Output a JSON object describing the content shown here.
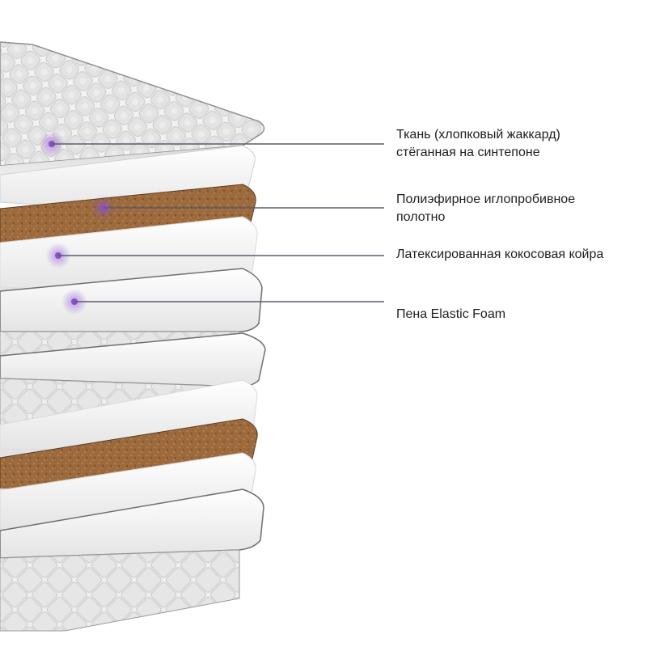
{
  "callouts": [
    {
      "id": "fabric",
      "lines": [
        "Ткань (хлопковый жаккард)",
        "стёганная на синтепоне"
      ]
    },
    {
      "id": "needle-punched",
      "lines": [
        "Полиэфирное иглопробивное",
        "полотно"
      ]
    },
    {
      "id": "coir",
      "lines": [
        "Латексированная кокосовая койра"
      ]
    },
    {
      "id": "foam",
      "lines": [
        "Пена Elastic Foam"
      ]
    }
  ],
  "colors": {
    "leader_line": "#5b5b6e",
    "marker": "#8a4fd0",
    "coir": "#9c6a3c",
    "quilt": "#dcdcdc",
    "foam": "#f4f4f4",
    "edge": "#5a5a5a"
  }
}
